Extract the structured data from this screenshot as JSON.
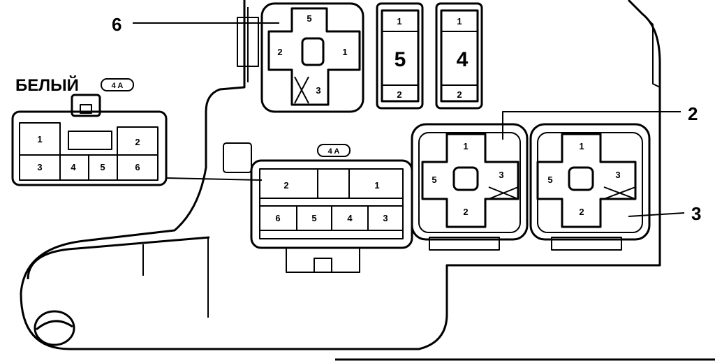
{
  "title_label": "БЕЛЫЙ",
  "connector_code": "4 A",
  "callouts": {
    "c6": "6",
    "c2": "2",
    "c3": "3"
  },
  "top_relay": {
    "top": "5",
    "left": "2",
    "right": "1",
    "bottom": "3"
  },
  "relay_5": {
    "top": "1",
    "center": "5",
    "bottom": "2"
  },
  "relay_4": {
    "top": "1",
    "center": "4",
    "bottom": "2"
  },
  "left_connector": {
    "p1": "1",
    "p2": "2",
    "p3": "3",
    "p4": "4",
    "p5": "5",
    "p6": "6"
  },
  "center_connector": {
    "p2": "2",
    "p1": "1",
    "p6": "6",
    "p5": "5",
    "p4": "4",
    "p3": "3"
  },
  "relay_a": {
    "top": "1",
    "left": "5",
    "right": "3",
    "bottom": "2"
  },
  "relay_b": {
    "top": "1",
    "left": "5",
    "right": "3",
    "bottom": "2"
  }
}
